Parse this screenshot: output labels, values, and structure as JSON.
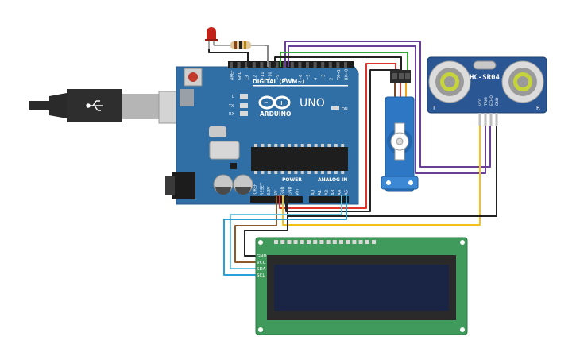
{
  "arduino": {
    "logo": "ARDUINO",
    "model": "UNO",
    "digital_label": "DIGITAL (PWM~)",
    "power_label": "POWER",
    "analog_label": "ANALOG IN",
    "on_label": "ON",
    "tx_label": "TX",
    "rx_label": "RX",
    "l_label": "L",
    "digital_pins": [
      "AREF",
      "GND",
      "13",
      "12",
      "~11",
      "~10",
      "~9",
      "8",
      "7",
      "~6",
      "~5",
      "4",
      "~3",
      "2",
      "TX→1",
      "RX←0"
    ],
    "power_pins": [
      "IOREF",
      "RESET",
      "3.3V",
      "5V",
      "GND",
      "GND",
      "Vin"
    ],
    "analog_pins": [
      "A0",
      "A1",
      "A2",
      "A3",
      "A4",
      "A5"
    ]
  },
  "ultrasonic": {
    "model": "HC-SR04",
    "t_label": "T",
    "r_label": "R",
    "pins": [
      "VCC",
      "TRIG",
      "ECHO",
      "GND"
    ]
  },
  "lcd": {
    "pins": [
      "GND",
      "VCC",
      "SDA",
      "SCL"
    ]
  },
  "colors": {
    "board": "#2f6fa5",
    "lcd_pcb": "#3f9a5c",
    "lcd_screen": "#1a2546",
    "sensor": "#2a5794",
    "servo": "#2e77c4",
    "wire_black": "#222222",
    "wire_red": "#e0342b",
    "wire_green": "#3aa839",
    "wire_purple": "#6a3f96",
    "wire_yellow": "#f2c21b",
    "wire_brown": "#8c5a2b",
    "wire_lightblue": "#6ac6e2",
    "wire_blue": "#2aa0d6"
  }
}
